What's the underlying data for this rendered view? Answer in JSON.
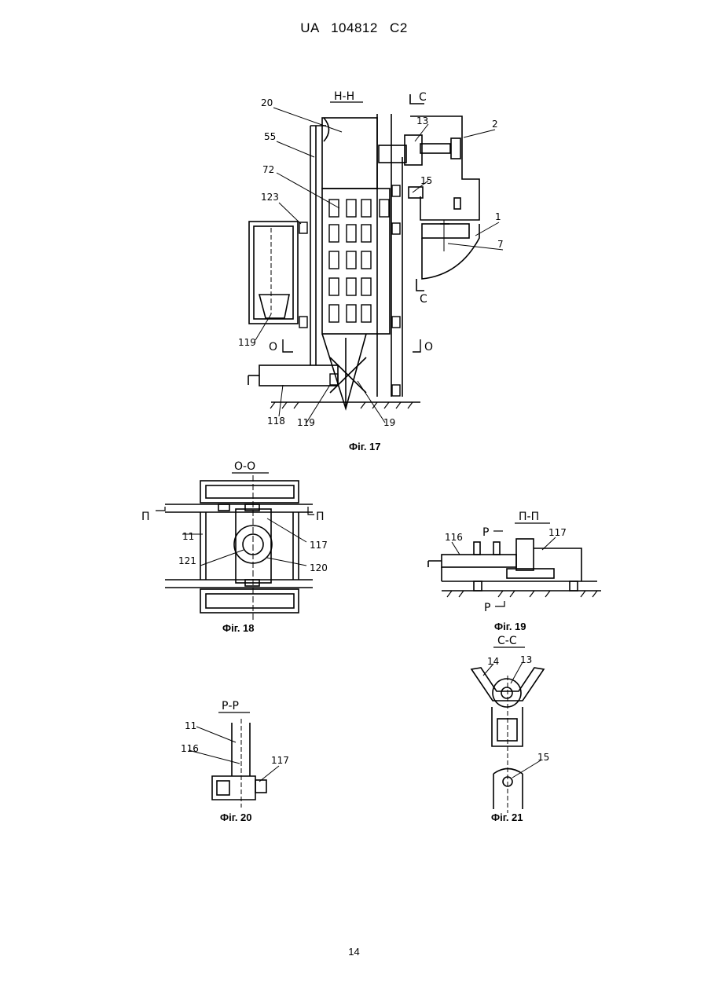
{
  "header": {
    "doc_id": "UA   104812   C2"
  },
  "page_number": "14",
  "figures": {
    "fig17": {
      "caption": "Фіг. 17",
      "section_title": "Н-Н",
      "labels": [
        "20",
        "55",
        "72",
        "123",
        "119",
        "118",
        "119",
        "19",
        "13",
        "2",
        "15",
        "1",
        "7",
        "С",
        "С",
        "О",
        "О"
      ]
    },
    "fig18": {
      "caption": "Фіг. 18",
      "section_title": "О-О",
      "labels": [
        "П",
        "П",
        "11",
        "121",
        "117",
        "120"
      ]
    },
    "fig19": {
      "caption": "Фіг. 19",
      "section_title": "П-П",
      "labels": [
        "116",
        "117",
        "Р",
        "Р"
      ]
    },
    "fig20": {
      "caption": "Фіг. 20",
      "section_title": "Р-Р",
      "labels": [
        "11",
        "116",
        "117"
      ]
    },
    "fig21": {
      "caption": "Фіг. 21",
      "section_title": "С-С",
      "labels": [
        "14",
        "13",
        "15"
      ]
    }
  }
}
